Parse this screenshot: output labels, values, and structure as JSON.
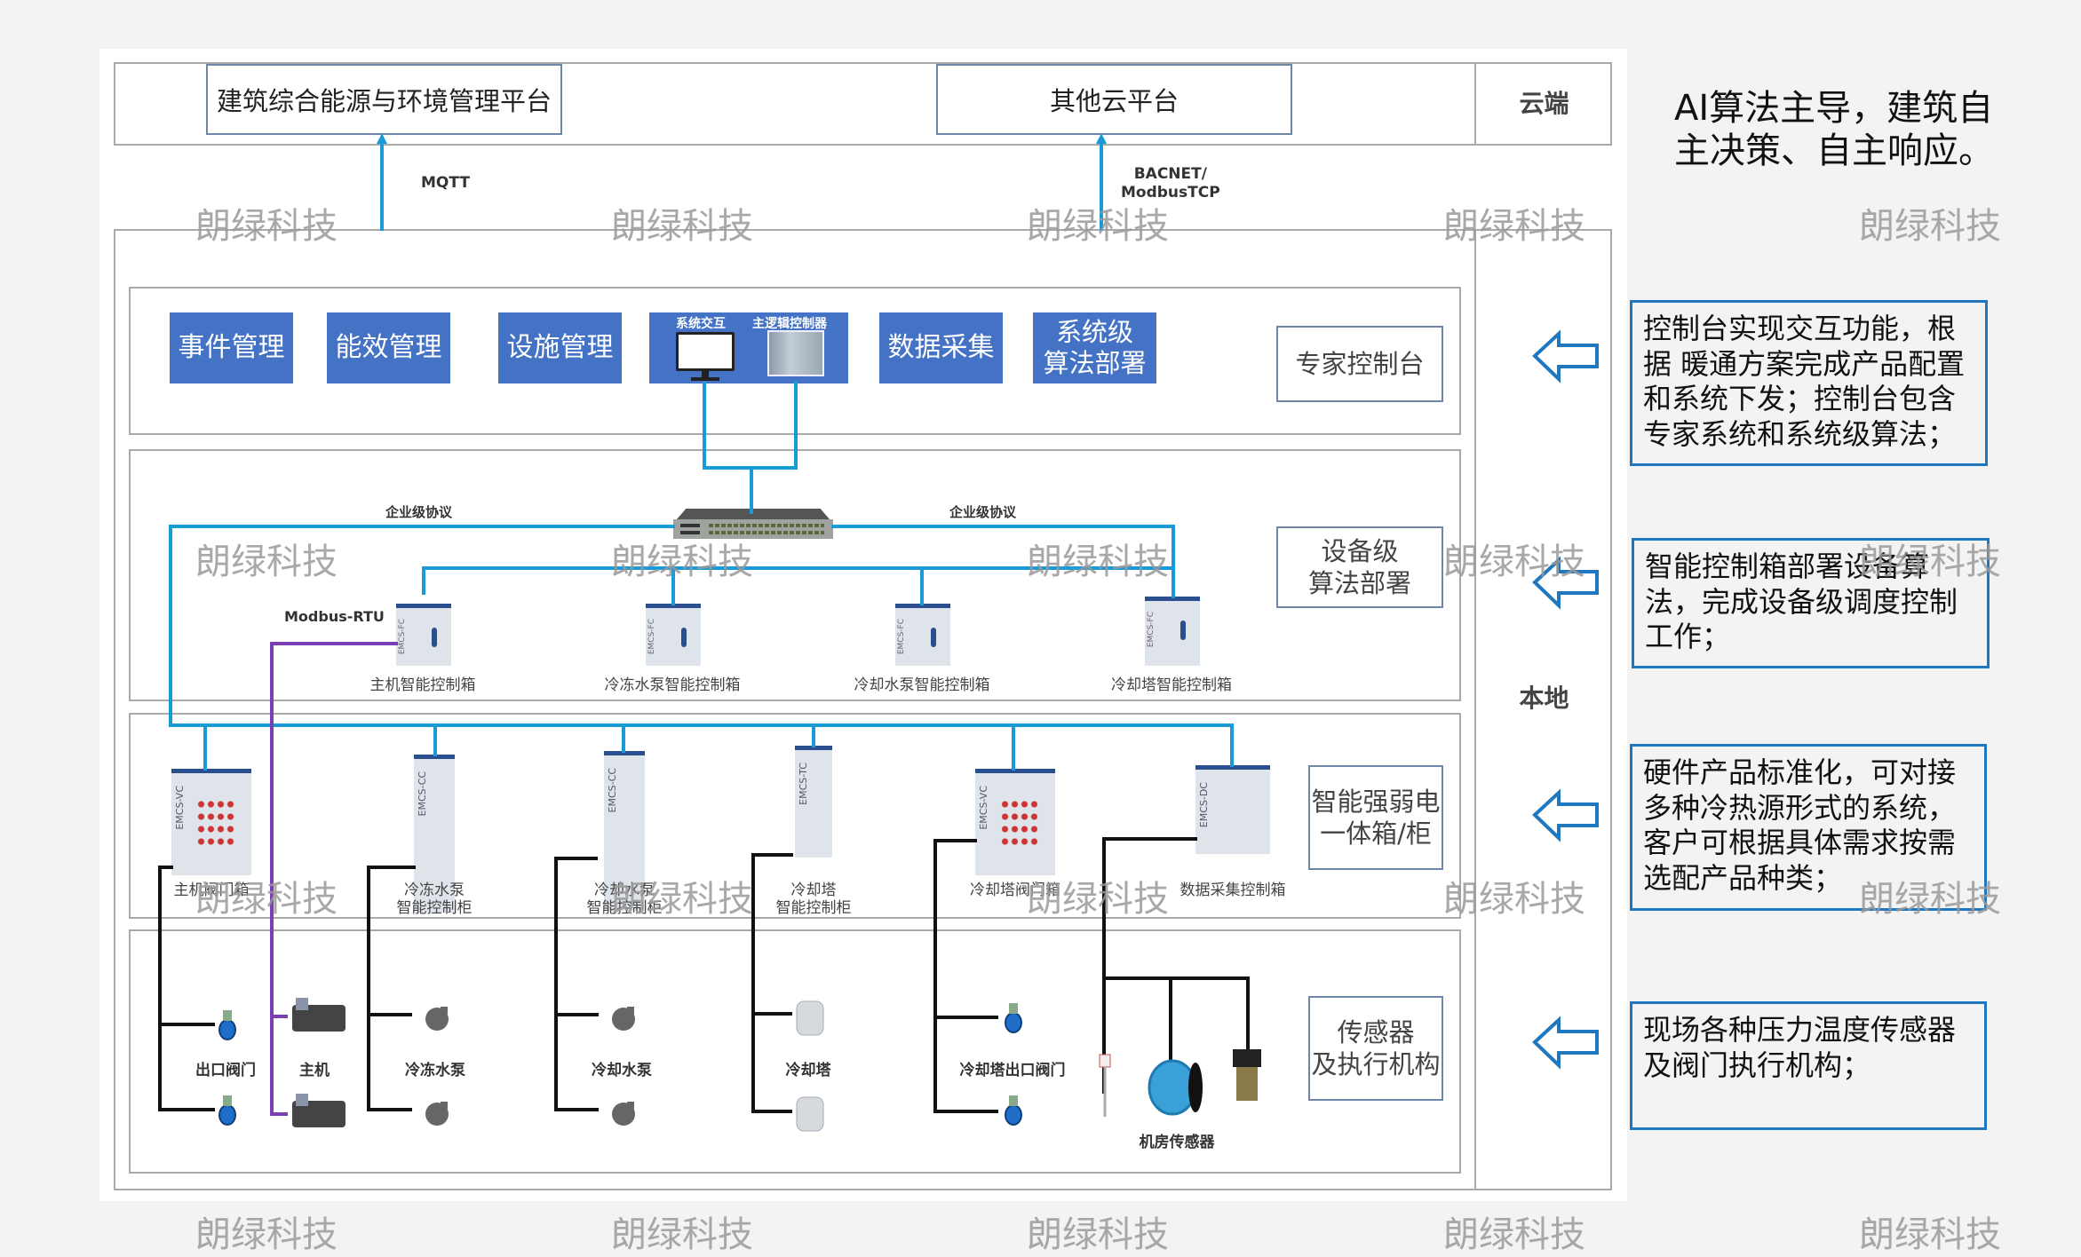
{
  "headline": "AI算法主导，建筑自主决策、自主响应。",
  "cloud": {
    "zone_label": "云端",
    "platforms": [
      {
        "label": "建筑综合能源与环境管理平台",
        "protocol": "MQTT"
      },
      {
        "label": "其他云平台",
        "protocol": "BACNET/\nModbusTCP"
      }
    ]
  },
  "local": {
    "zone_label": "本地",
    "tiers": [
      {
        "label": "专家控制台",
        "features": [
          "事件管理",
          "能效管理",
          "设施管理",
          "数据采集",
          "系统级\n算法部署"
        ],
        "console": {
          "left_label": "系统交互",
          "right_label": "主逻辑控制器"
        }
      },
      {
        "label": "设备级\n算法部署",
        "protocol_left": "企业级协议",
        "protocol_right": "企业级协议",
        "fieldbus": "Modbus-RTU",
        "controllers": [
          "主机智能控制箱",
          "冷冻水泵智能控制箱",
          "冷却水泵智能控制箱",
          "冷却塔智能控制箱"
        ],
        "controller_model": "EMCS-FC"
      },
      {
        "label": "智能强弱电\n一体箱/柜",
        "cabinets": [
          {
            "name": "主机阀门箱",
            "model": "EMCS-VC"
          },
          {
            "name": "冷冻水泵\n智能控制柜",
            "model": "EMCS-CC"
          },
          {
            "name": "冷却水泵\n智能控制柜",
            "model": "EMCS-CC"
          },
          {
            "name": "冷却塔\n智能控制柜",
            "model": "EMCS-TC"
          },
          {
            "name": "冷却塔阀门箱",
            "model": "EMCS-VC"
          },
          {
            "name": "数据采集控制箱",
            "model": "EMCS-DC"
          }
        ]
      },
      {
        "label": "传感器\n及执行机构",
        "devices": [
          "出口阀门",
          "主机",
          "冷冻水泵",
          "冷却水泵",
          "冷却塔",
          "冷却塔出口阀门",
          "机房传感器"
        ]
      }
    ]
  },
  "notes": [
    "控制台实现交互功能，根据 暖通方案完成产品配置和系统下发；控制台包含专家系统和系统级算法；",
    "智能控制箱部署设备算法，完成设备级调度控制工作；",
    "硬件产品标准化，可对接多种冷热源形式的系统，客户可根据具体需求按需选配产品种类；",
    "现场各种压力温度传感器及阀门执行机构；"
  ],
  "watermark": "朗绿科技",
  "colors": {
    "feature_blue": "#4472c4",
    "link_blue": "#1a9ad6",
    "modbus_purple": "#7a3fb5",
    "note_border": "#1f77c0",
    "wire_black": "#111111"
  }
}
